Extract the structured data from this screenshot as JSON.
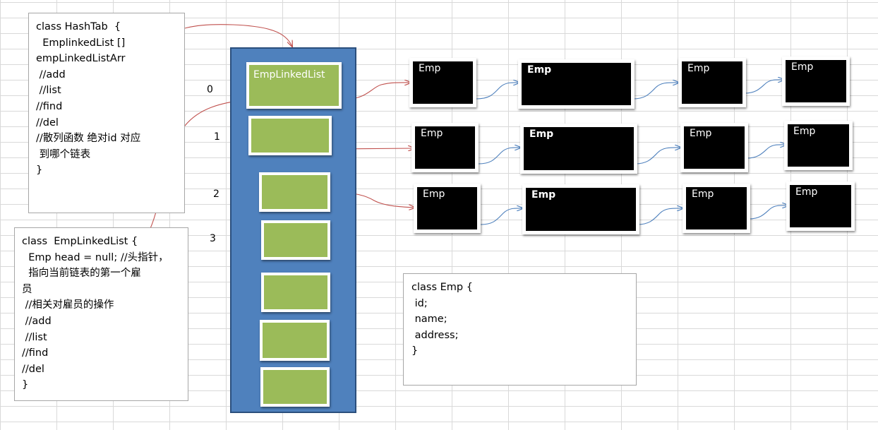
{
  "hashtab_note": {
    "lines": [
      "class HashTab  {",
      "  EmplinkedList []",
      "empLinkedListArr",
      " //add",
      " //list",
      "//find",
      "//del",
      "//散列函数 绝对id 对应",
      " 到哪个链表",
      "}"
    ]
  },
  "emplinkedlist_note": {
    "lines": [
      "class  EmpLinkedList {",
      "  Emp head = null; //头指针，",
      "  指向当前链表的第一个雇",
      "员",
      " //相关对雇员的操作",
      " //add",
      " //list",
      "//find",
      "//del",
      "}"
    ]
  },
  "emp_note": {
    "lines": [
      "class Emp {",
      " id;",
      " name;",
      " address;",
      "}"
    ]
  },
  "array": {
    "first_slot_label": "EmpLinkedList",
    "slot_color": "#9bbb59",
    "background_color": "#4f81bd"
  },
  "indices": [
    "0",
    "1",
    "2",
    "3"
  ],
  "emp_rows": [
    [
      "Emp",
      "Emp",
      "Emp",
      "Emp"
    ],
    [
      "Emp",
      "Emp",
      "Emp",
      "Emp"
    ],
    [
      "Emp",
      "Emp",
      "Emp",
      "Emp"
    ]
  ],
  "colors": {
    "pointer_arrow": "#c0504d",
    "next_arrow": "#4f81bd",
    "emp_fill": "#000000"
  }
}
